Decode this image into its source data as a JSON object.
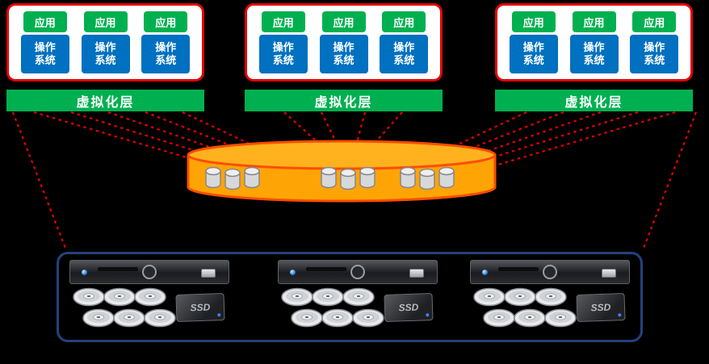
{
  "colors": {
    "background": "#000000",
    "panel_border_red": "#E60000",
    "app_green": "#00B050",
    "os_blue": "#0070C0",
    "virtualization_green": "#00B050",
    "dashed_line_red": "#E60000",
    "storage_orange": "#FFA405",
    "storage_outline": "#FF4D00",
    "enclosure_blue": "#24427C"
  },
  "clusters": [
    {
      "virtualization_label": "虚拟化层",
      "vms": [
        {
          "app": "应用",
          "os": "操作系统"
        },
        {
          "app": "应用",
          "os": "操作系统"
        },
        {
          "app": "应用",
          "os": "操作系统"
        }
      ]
    },
    {
      "virtualization_label": "虚拟化层",
      "vms": [
        {
          "app": "应用",
          "os": "操作系统"
        },
        {
          "app": "应用",
          "os": "操作系统"
        },
        {
          "app": "应用",
          "os": "操作系统"
        }
      ]
    },
    {
      "virtualization_label": "虚拟化层",
      "vms": [
        {
          "app": "应用",
          "os": "操作系统"
        },
        {
          "app": "应用",
          "os": "操作系统"
        },
        {
          "app": "应用",
          "os": "操作系统"
        }
      ]
    }
  ],
  "storage_pool": {
    "disk_groups": 3,
    "disks_per_group": 3
  },
  "enclosure": {
    "servers": [
      {
        "ssd_label": "SSD",
        "hdd_count": 6
      },
      {
        "ssd_label": "SSD",
        "hdd_count": 6
      },
      {
        "ssd_label": "SSD",
        "hdd_count": 6
      }
    ]
  }
}
